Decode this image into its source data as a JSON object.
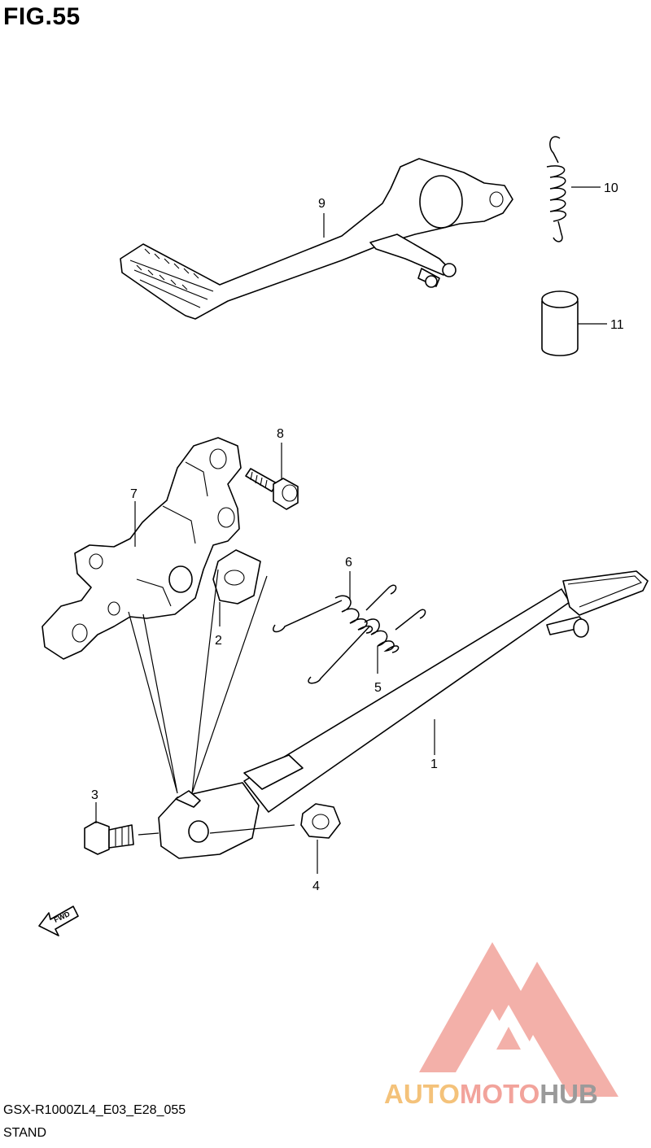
{
  "figure": {
    "title": "FIG.55",
    "model_code": "GSX-R1000ZL4_E03_E28_055",
    "section_name": "STAND"
  },
  "callouts": [
    {
      "id": "1",
      "label": "1"
    },
    {
      "id": "2",
      "label": "2"
    },
    {
      "id": "3",
      "label": "3"
    },
    {
      "id": "4",
      "label": "4"
    },
    {
      "id": "5",
      "label": "5"
    },
    {
      "id": "6",
      "label": "6"
    },
    {
      "id": "7",
      "label": "7"
    },
    {
      "id": "8",
      "label": "8"
    },
    {
      "id": "9",
      "label": "9"
    },
    {
      "id": "10",
      "label": "10"
    },
    {
      "id": "11",
      "label": "11"
    }
  ],
  "fwd_arrow_label": "FWD",
  "watermark": {
    "part1": "AUTO",
    "part2": "MOTO",
    "part3": "HUB",
    "colors": {
      "auto": "#f4c27a",
      "moto": "#f2a39b",
      "hub": "#9a9a9a",
      "logo": "#f2a39b"
    }
  }
}
